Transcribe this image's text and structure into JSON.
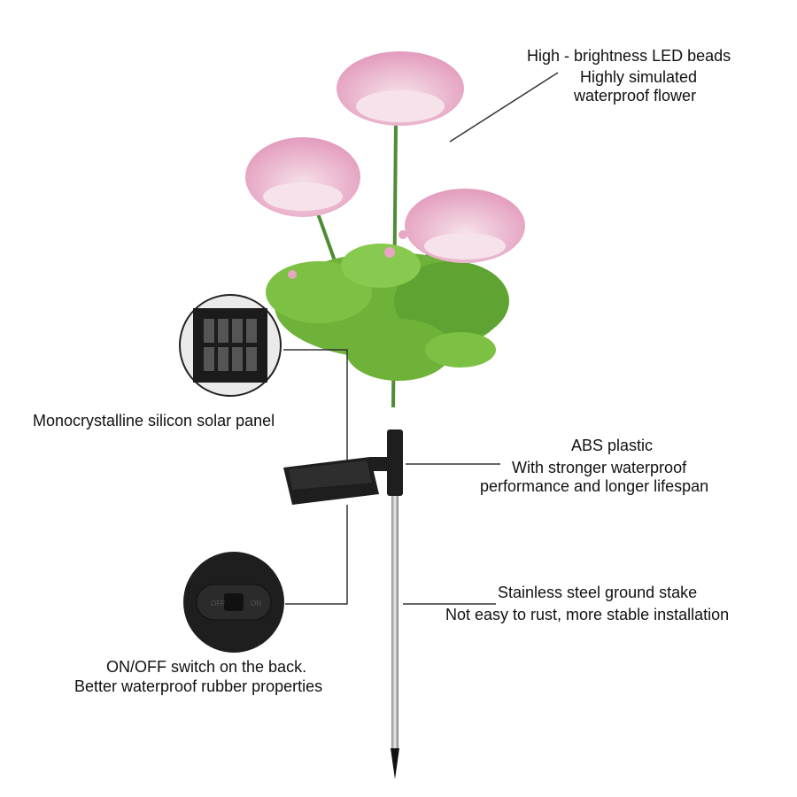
{
  "labels": {
    "led_title": "High - brightness LED beads",
    "led_line1": "Highly simulated",
    "led_line2": "waterproof flower",
    "solar": "Monocrystalline silicon solar panel",
    "abs_title": "ABS plastic",
    "abs_line1": "With stronger waterproof",
    "abs_line2": "performance and longer lifespan",
    "stake_title": "Stainless steel ground stake",
    "stake_line1": "Not easy to rust, more stable installation",
    "switch_line1": "ON/OFF switch on the back.",
    "switch_line2": "Better waterproof rubber properties",
    "switch_off": "OFF",
    "switch_on": "ON"
  },
  "colors": {
    "petal": "#e8a6c4",
    "petal_light": "#f6e2ea",
    "leaf": "#6fb23a",
    "leaf_dark": "#3f7d22",
    "stem": "#4f8c36",
    "device": "#1e1e1e",
    "stake": "#a9a9a9"
  }
}
